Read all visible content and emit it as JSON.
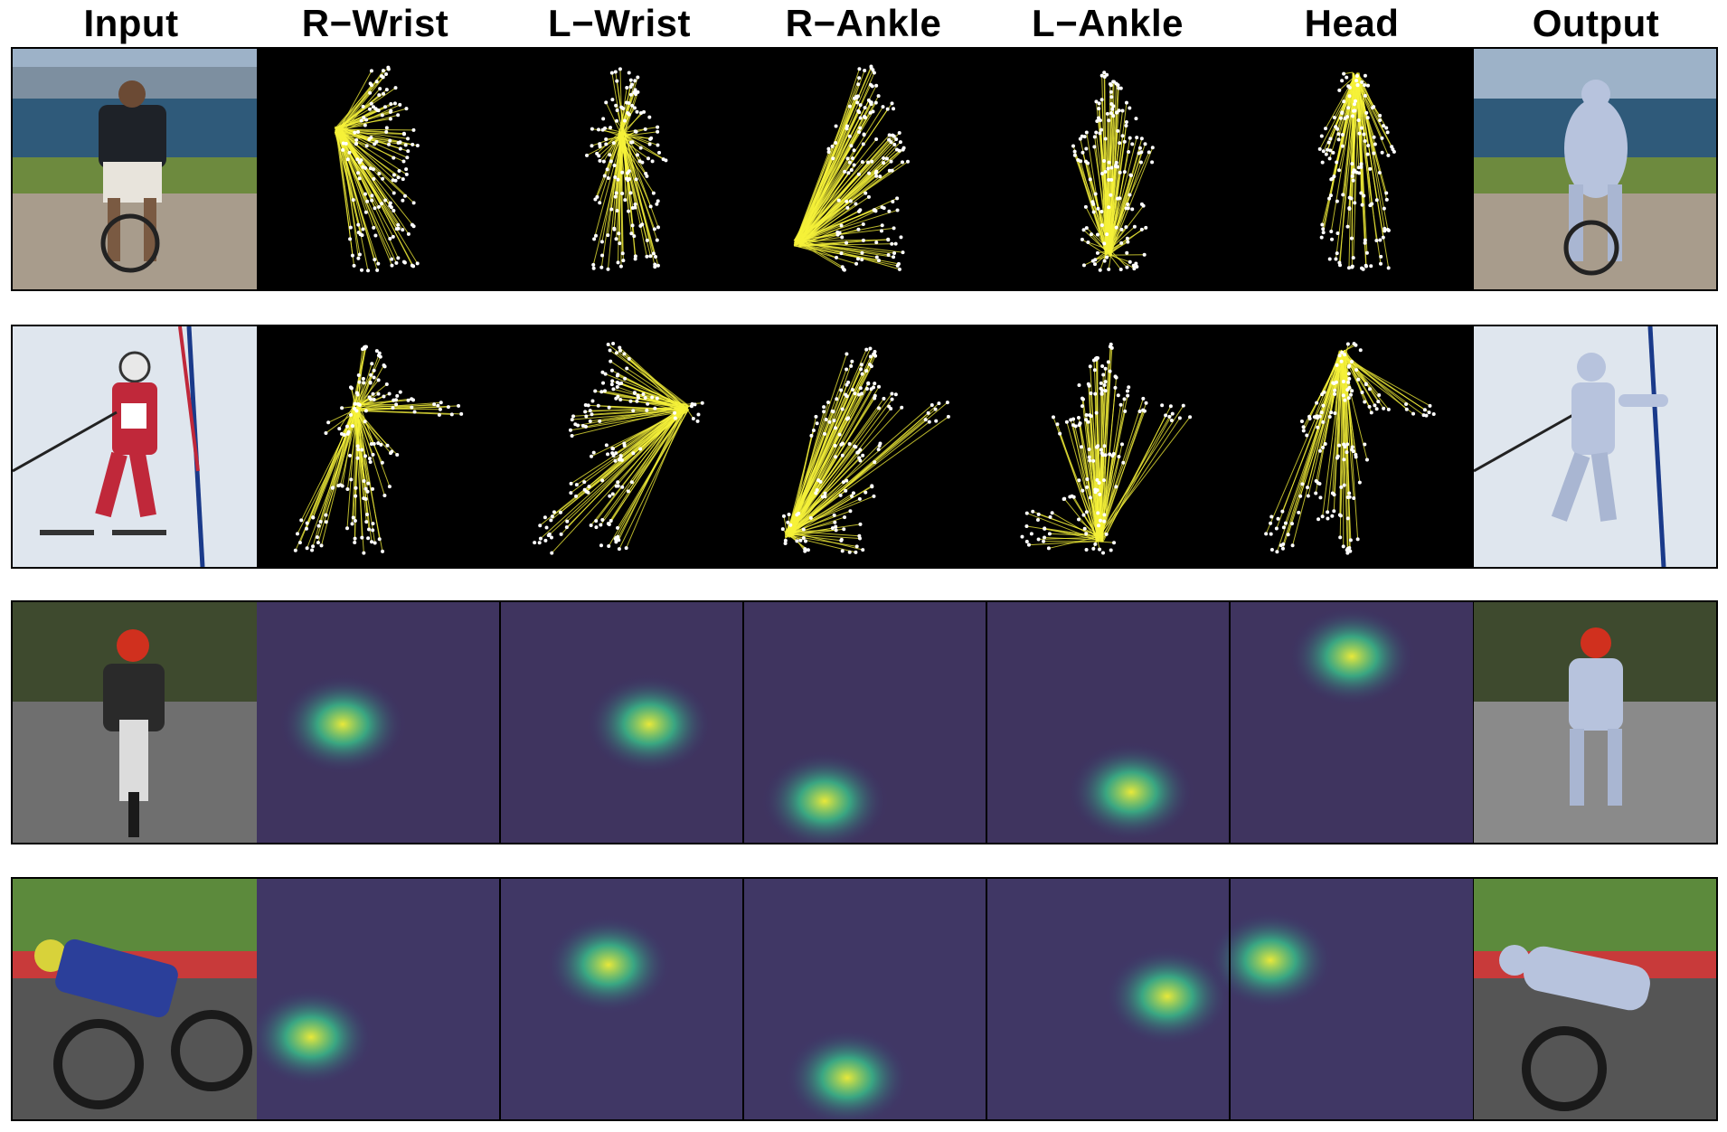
{
  "columns": [
    "Input",
    "R−Wrist",
    "L−Wrist",
    "R−Ankle",
    "L−Ankle",
    "Head",
    "Output"
  ],
  "rows": [
    {
      "kind": "skeleton",
      "scene": "cyclist"
    },
    {
      "kind": "skeleton",
      "scene": "skier"
    },
    {
      "kind": "heatmap",
      "scene": "motorcyclist-front",
      "hotspots": [
        "left-mid",
        "right-mid",
        "bottom-left",
        "bottom-right",
        "top-center"
      ]
    },
    {
      "kind": "heatmap",
      "scene": "motorcyclist-lean",
      "hotspots": [
        "left-low",
        "center-mid",
        "bottom-center",
        "right-mid",
        "left-upper"
      ]
    }
  ],
  "colors": {
    "attention_line": "#f5f23a",
    "keypoint": "#ffffff",
    "heatmap_base": "#3b2a6b",
    "heatmap_hot": "#e8e83a",
    "mesh": "#b7c3dd"
  }
}
